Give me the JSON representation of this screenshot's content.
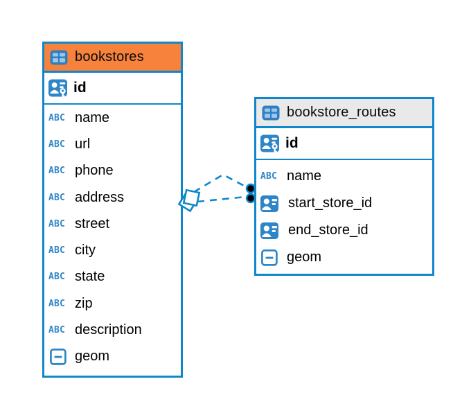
{
  "colors": {
    "table_border_blue": "#0F87CA",
    "icon_blue": "#2E86C8",
    "selected_header_orange": "#F6823C",
    "header_gray": "#E9E9E9",
    "relationship_line_blue": "#0F87CA",
    "endpoint_dot_black": "#000000"
  },
  "icon_types": {
    "text": "ABC"
  },
  "tables": {
    "bookstores": {
      "title": "bookstores",
      "primary_key": {
        "label": "id",
        "type": "primary-key"
      },
      "columns": [
        {
          "label": "name",
          "type": "text"
        },
        {
          "label": "url",
          "type": "text"
        },
        {
          "label": "phone",
          "type": "text"
        },
        {
          "label": "address",
          "type": "text"
        },
        {
          "label": "street",
          "type": "text"
        },
        {
          "label": "city",
          "type": "text"
        },
        {
          "label": "state",
          "type": "text"
        },
        {
          "label": "zip",
          "type": "text"
        },
        {
          "label": "description",
          "type": "text"
        },
        {
          "label": "geom",
          "type": "geometry"
        }
      ]
    },
    "bookstore_routes": {
      "title": "bookstore_routes",
      "primary_key": {
        "label": "id",
        "type": "primary-key"
      },
      "columns": [
        {
          "label": "name",
          "type": "text"
        },
        {
          "label": "start_store_id",
          "type": "reference"
        },
        {
          "label": "end_store_id",
          "type": "reference"
        },
        {
          "label": "geom",
          "type": "geometry"
        }
      ]
    }
  },
  "relationships": [
    {
      "from": "bookstores",
      "to": "bookstore_routes.start_store_id",
      "style": "dashed"
    },
    {
      "from": "bookstores",
      "to": "bookstore_routes.end_store_id",
      "style": "dashed"
    }
  ]
}
